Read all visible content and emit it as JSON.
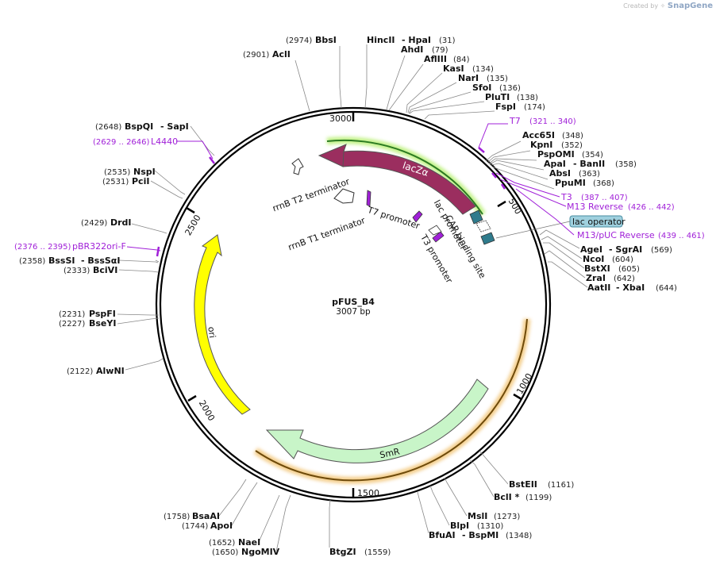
{
  "credit": {
    "prefix": "Created by",
    "brand": "SnapGene"
  },
  "plasmid": {
    "name": "pFUS_B4",
    "size": "3007 bp"
  },
  "ticks": {
    "t500": "500",
    "t1000": "1000",
    "t1500": "1500",
    "t2000": "2000",
    "t2500": "2500",
    "t3000": "3000"
  },
  "features": {
    "lacZa": "lacZα",
    "smr": "SmR",
    "ori": "ori",
    "rrnB_T2": "rrnB T2 terminator",
    "rrnB_T1": "rrnB T1 terminator",
    "t7_promoter": "T7 promoter",
    "lac_promoter": "lac promoter",
    "cap_site": "CAP binding site",
    "t3_promoter": "T3 promoter",
    "lac_operator": "lac operator"
  },
  "enzymes": {
    "bbsi": {
      "name": "BbsI",
      "pos": "(2974)"
    },
    "acli": {
      "name": "AclI",
      "pos": "(2901)"
    },
    "hincii": {
      "name": "HincII",
      "name2": "- HpaI",
      "pos": "(31)"
    },
    "ahdi": {
      "name": "AhdI",
      "pos": "(79)"
    },
    "aflii": {
      "name": "AflIII",
      "pos": "(84)"
    },
    "kasi": {
      "name": "KasI",
      "pos": "(134)"
    },
    "nari": {
      "name": "NarI",
      "pos": "(135)"
    },
    "sfoi": {
      "name": "SfoI",
      "pos": "(136)"
    },
    "pluti": {
      "name": "PluTI",
      "pos": "(138)"
    },
    "fspi": {
      "name": "FspI",
      "pos": "(174)"
    },
    "acc65i": {
      "name": "Acc65I",
      "pos": "(348)"
    },
    "kpni": {
      "name": "KpnI",
      "pos": "(352)"
    },
    "pspomi": {
      "name": "PspOMI",
      "pos": "(354)"
    },
    "apai": {
      "name": "ApaI",
      "name2": "- BanII",
      "pos": "(358)"
    },
    "absi": {
      "name": "AbsI",
      "pos": "(363)"
    },
    "ppumi": {
      "name": "PpuMI",
      "pos": "(368)"
    },
    "agei": {
      "name": "AgeI",
      "name2": "- SgrAI",
      "pos": "(569)"
    },
    "ncoi": {
      "name": "NcoI",
      "pos": "(604)"
    },
    "bstxi": {
      "name": "BstXI",
      "pos": "(605)"
    },
    "zrai": {
      "name": "ZraI",
      "pos": "(642)"
    },
    "aatii": {
      "name": "AatII",
      "name2": "- XbaI",
      "pos": "(644)"
    },
    "bsteii": {
      "name": "BstEII",
      "pos": "(1161)"
    },
    "bcli": {
      "name": "BclI *",
      "pos": "(1199)"
    },
    "msli": {
      "name": "MslI",
      "pos": "(1273)"
    },
    "blpi": {
      "name": "BlpI",
      "pos": "(1310)"
    },
    "bfuai": {
      "name": "BfuAI",
      "name2": "- BspMI",
      "pos": "(1348)"
    },
    "btgzi": {
      "name": "BtgZI",
      "pos": "(1559)"
    },
    "naei": {
      "name": "NaeI",
      "pos": "(1652)"
    },
    "ngomiv": {
      "name": "NgoMIV",
      "pos": "(1650)"
    },
    "bsaai": {
      "name": "BsaAI",
      "pos": "(1758)"
    },
    "apoi": {
      "name": "ApoI",
      "pos": "(1744)"
    },
    "alwni": {
      "name": "AlwNI",
      "pos": "(2122)"
    },
    "pspfi": {
      "name": "PspFI",
      "pos": "(2231)"
    },
    "bseyi": {
      "name": "BseYI",
      "pos": "(2227)"
    },
    "bsssi": {
      "name": "BssSI",
      "name2": "- BssSαI",
      "pos": "(2358)"
    },
    "bcivi": {
      "name": "BciVI",
      "pos": "(2333)"
    },
    "drdi": {
      "name": "DrdI",
      "pos": "(2429)"
    },
    "nspi": {
      "name": "NspI",
      "pos": "(2535)"
    },
    "pcii": {
      "name": "PciI",
      "pos": "(2531)"
    },
    "bspqi": {
      "name": "BspQI",
      "name2": "- SapI",
      "pos": "(2648)"
    }
  },
  "primers": {
    "t7": {
      "name": "T7",
      "range": "(321 .. 340)"
    },
    "t3": {
      "name": "T3",
      "range": "(387 .. 407)"
    },
    "m13rev": {
      "name": "M13 Reverse",
      "range": "(426 .. 442)"
    },
    "m13puc": {
      "name": "M13/pUC Reverse",
      "range": "(439 .. 461)"
    },
    "l4440": {
      "name": "L4440",
      "range": "(2629 .. 2646)"
    },
    "pbr322": {
      "name": "pBR322ori-F",
      "range": "(2376 .. 2395)"
    }
  },
  "colors": {
    "lacZa": "#9b2e5f",
    "smr": "#c8f5c8",
    "ori": "#ffff00",
    "primer": "#a020d8",
    "promoter": "#ffffff",
    "cap": "#2f7b8c",
    "lac_operator": "#9fd0de"
  }
}
